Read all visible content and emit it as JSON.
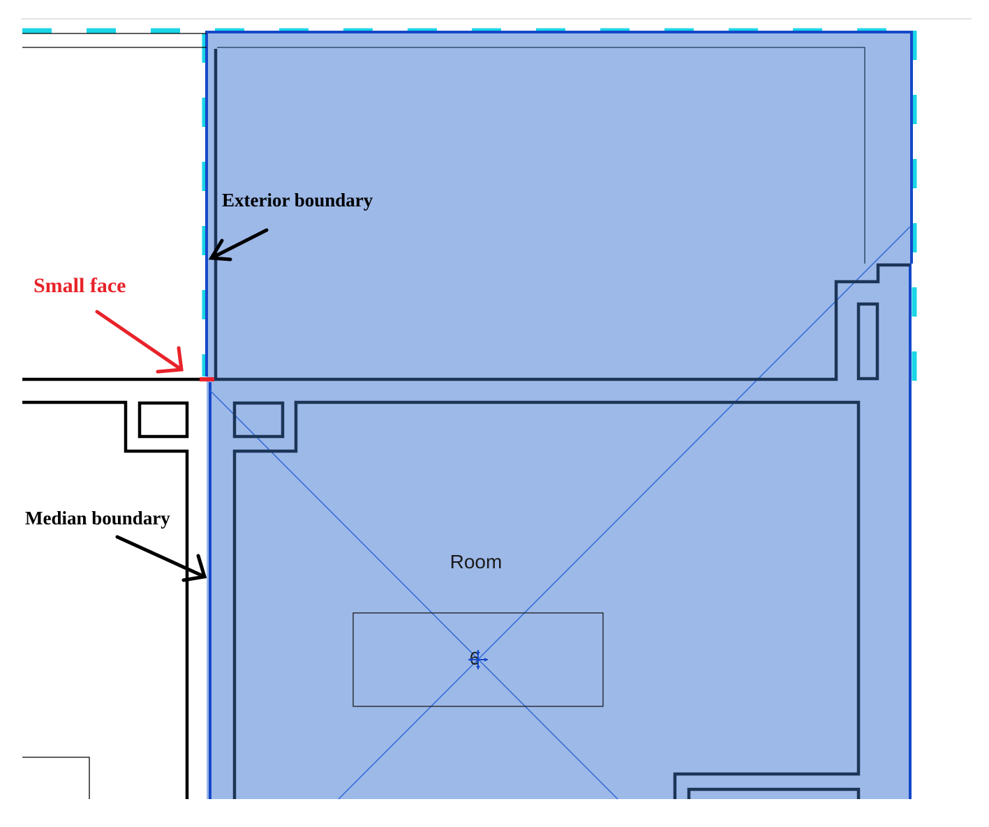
{
  "labels": {
    "exterior_boundary": "Exterior boundary",
    "small_face": "Small face",
    "median_boundary": "Median boundary",
    "room_name": "Room",
    "room_number": "6"
  },
  "colors": {
    "room_fill": "#9db9e8",
    "room_outline": "#1448c8",
    "selection_dash": "#19d6e6",
    "wall_dark": "#1c3557",
    "wall_black": "#000000",
    "small_face": "#e8232a",
    "annotation_black": "#000000",
    "annotation_red": "#e8232a",
    "diagonal": "#2f6ad6"
  },
  "icons": {
    "room_tag_move": "move-arrows-icon"
  }
}
